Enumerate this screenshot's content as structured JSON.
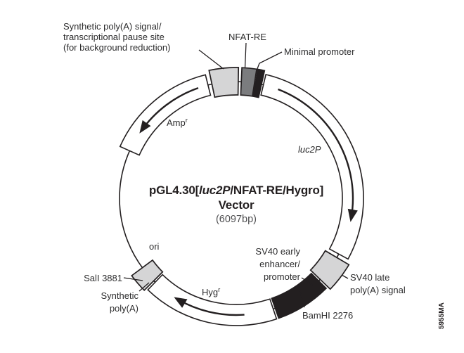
{
  "figure": {
    "title": {
      "prefix": "pGL4.30[",
      "gene": "luc2P",
      "suffix": "/NFAT-RE/Hygro]",
      "line2": "Vector",
      "size": "(6097bp)"
    },
    "labels": {
      "synthetic_pa_signal": [
        "Synthetic poly(A) signal/",
        "transcriptional pause site",
        "(for background reduction)"
      ],
      "nfat_re": "NFAT-RE",
      "minimal_promoter": "Minimal promoter",
      "amp": {
        "base": "Amp",
        "sup": "r"
      },
      "luc2p": "luc2P",
      "ori": "ori",
      "sal_site": "SalI 3881",
      "synthetic_pa": [
        "Synthetic",
        "poly(A)"
      ],
      "hyg": {
        "base": "Hyg",
        "sup": "r"
      },
      "sv40_early": [
        "SV40 early",
        "enhancer/",
        "promoter"
      ],
      "sv40_late": [
        "SV40 late",
        "poly(A) signal"
      ],
      "bamhi_site": "BamHI 2276"
    },
    "watermark": "5955MA",
    "colors": {
      "outline": "#231f20",
      "feature_light_gray": "#d5d5d6",
      "feature_dark_gray": "#7b7c7e",
      "feature_black": "#231f20",
      "text": "#2d2d2e",
      "background": "#ffffff"
    }
  }
}
